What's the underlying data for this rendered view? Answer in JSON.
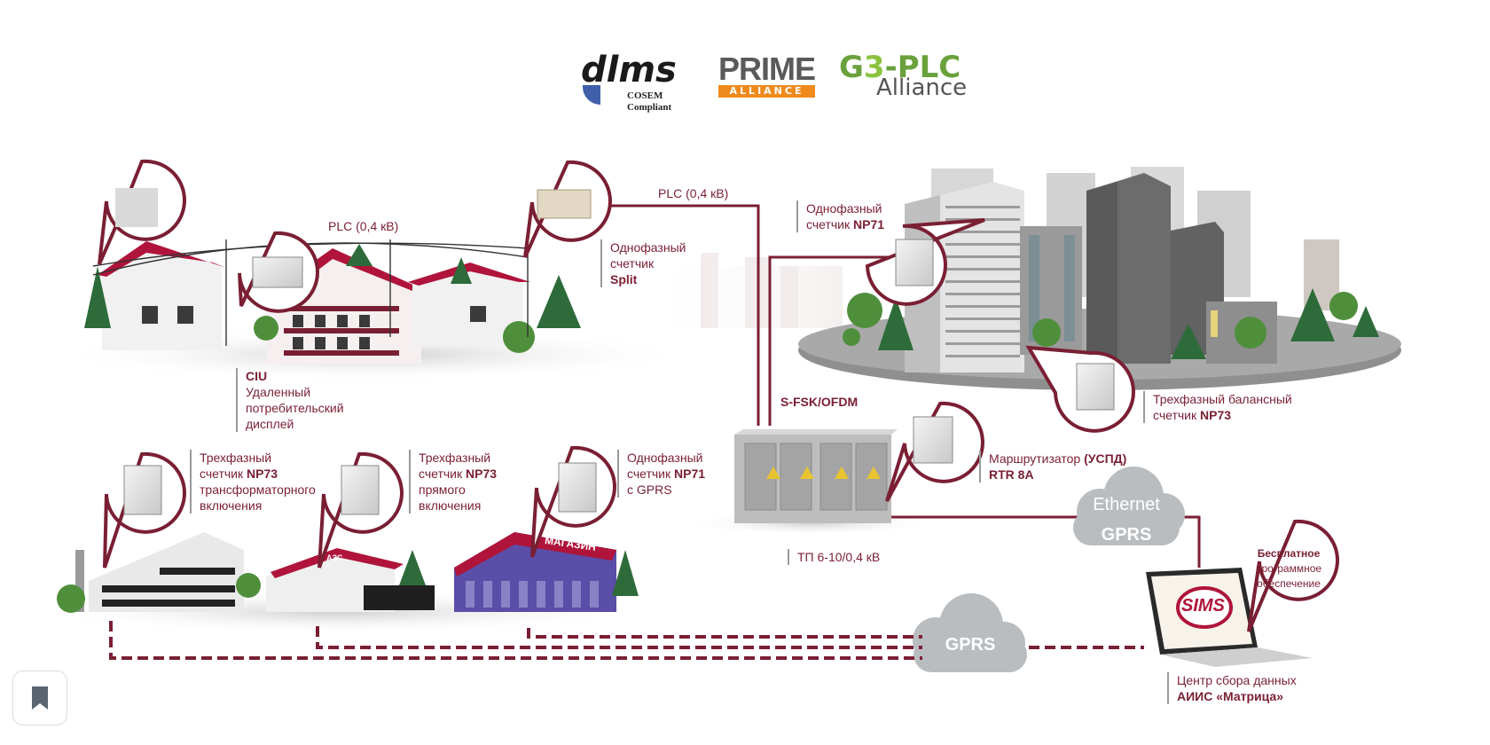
{
  "logos": {
    "dlms": {
      "main": "dlms",
      "sub1": "COSEM",
      "sub2": "Compliant"
    },
    "prime": {
      "main": "PRIME",
      "sub": "ALLIANCE"
    },
    "g3": {
      "g": "G",
      "three": "3",
      "rest": "-PLC",
      "sub": "Alliance"
    }
  },
  "network_labels": {
    "plc_left": "PLC (0,4 кВ)",
    "plc_right": "PLC (0,4 кВ)",
    "sfsk": "S-FSK/OFDM"
  },
  "labels": {
    "ciu": {
      "line1": "CIU",
      "line2": "Удаленный",
      "line3": "потребительский",
      "line4": "дисплей"
    },
    "split": {
      "line1": "Однофазный",
      "line2": "счетчик",
      "line3": "Split"
    },
    "np71_top": {
      "line1": "Однофазный",
      "line2a": "счетчик ",
      "line2b": "NP71"
    },
    "np73_balance": {
      "line1": "Трехфазный балансный",
      "line2a": "счетчик ",
      "line2b": "NP73"
    },
    "router": {
      "line1a": "Маршрутизатор ",
      "line1b": "(УСПД)",
      "line2": "RTR 8A"
    },
    "tp": {
      "text": "ТП 6-10/0,4 кВ"
    },
    "np73_transformer": {
      "line1": "Трехфазный",
      "line2a": "счетчик ",
      "line2b": "NP73",
      "line3": "трансформаторного",
      "line4": "включения"
    },
    "np73_direct": {
      "line1": "Трехфазный",
      "line2a": "счетчик ",
      "line2b": "NP73",
      "line3": "прямого",
      "line4": "включения"
    },
    "np71_gprs": {
      "line1": "Однофазный",
      "line2a": "счетчик ",
      "line2b": "NP71",
      "line3": "с GPRS"
    },
    "software": {
      "line1": "Бесплатное",
      "line2": "программное",
      "line3": "обеспечение"
    },
    "center": {
      "line1": "Центр сбора данных",
      "line2": "АИИС «Матрица»"
    }
  },
  "clouds": {
    "ethernet_gprs": {
      "top": "Ethernet",
      "bottom": "GPRS"
    },
    "gprs": {
      "text": "GPRS"
    }
  },
  "signs": {
    "shop": "МАГАЗИН",
    "gas_station": "АЗС"
  },
  "laptop": {
    "screen_text": "SIMS"
  },
  "icons": {
    "bookmark": "bookmark-icon"
  },
  "colors": {
    "accent": "#7a1f33",
    "roof": "#b0143a",
    "gray_cloud": "#b9bdc0",
    "line": "#7a1f33"
  }
}
